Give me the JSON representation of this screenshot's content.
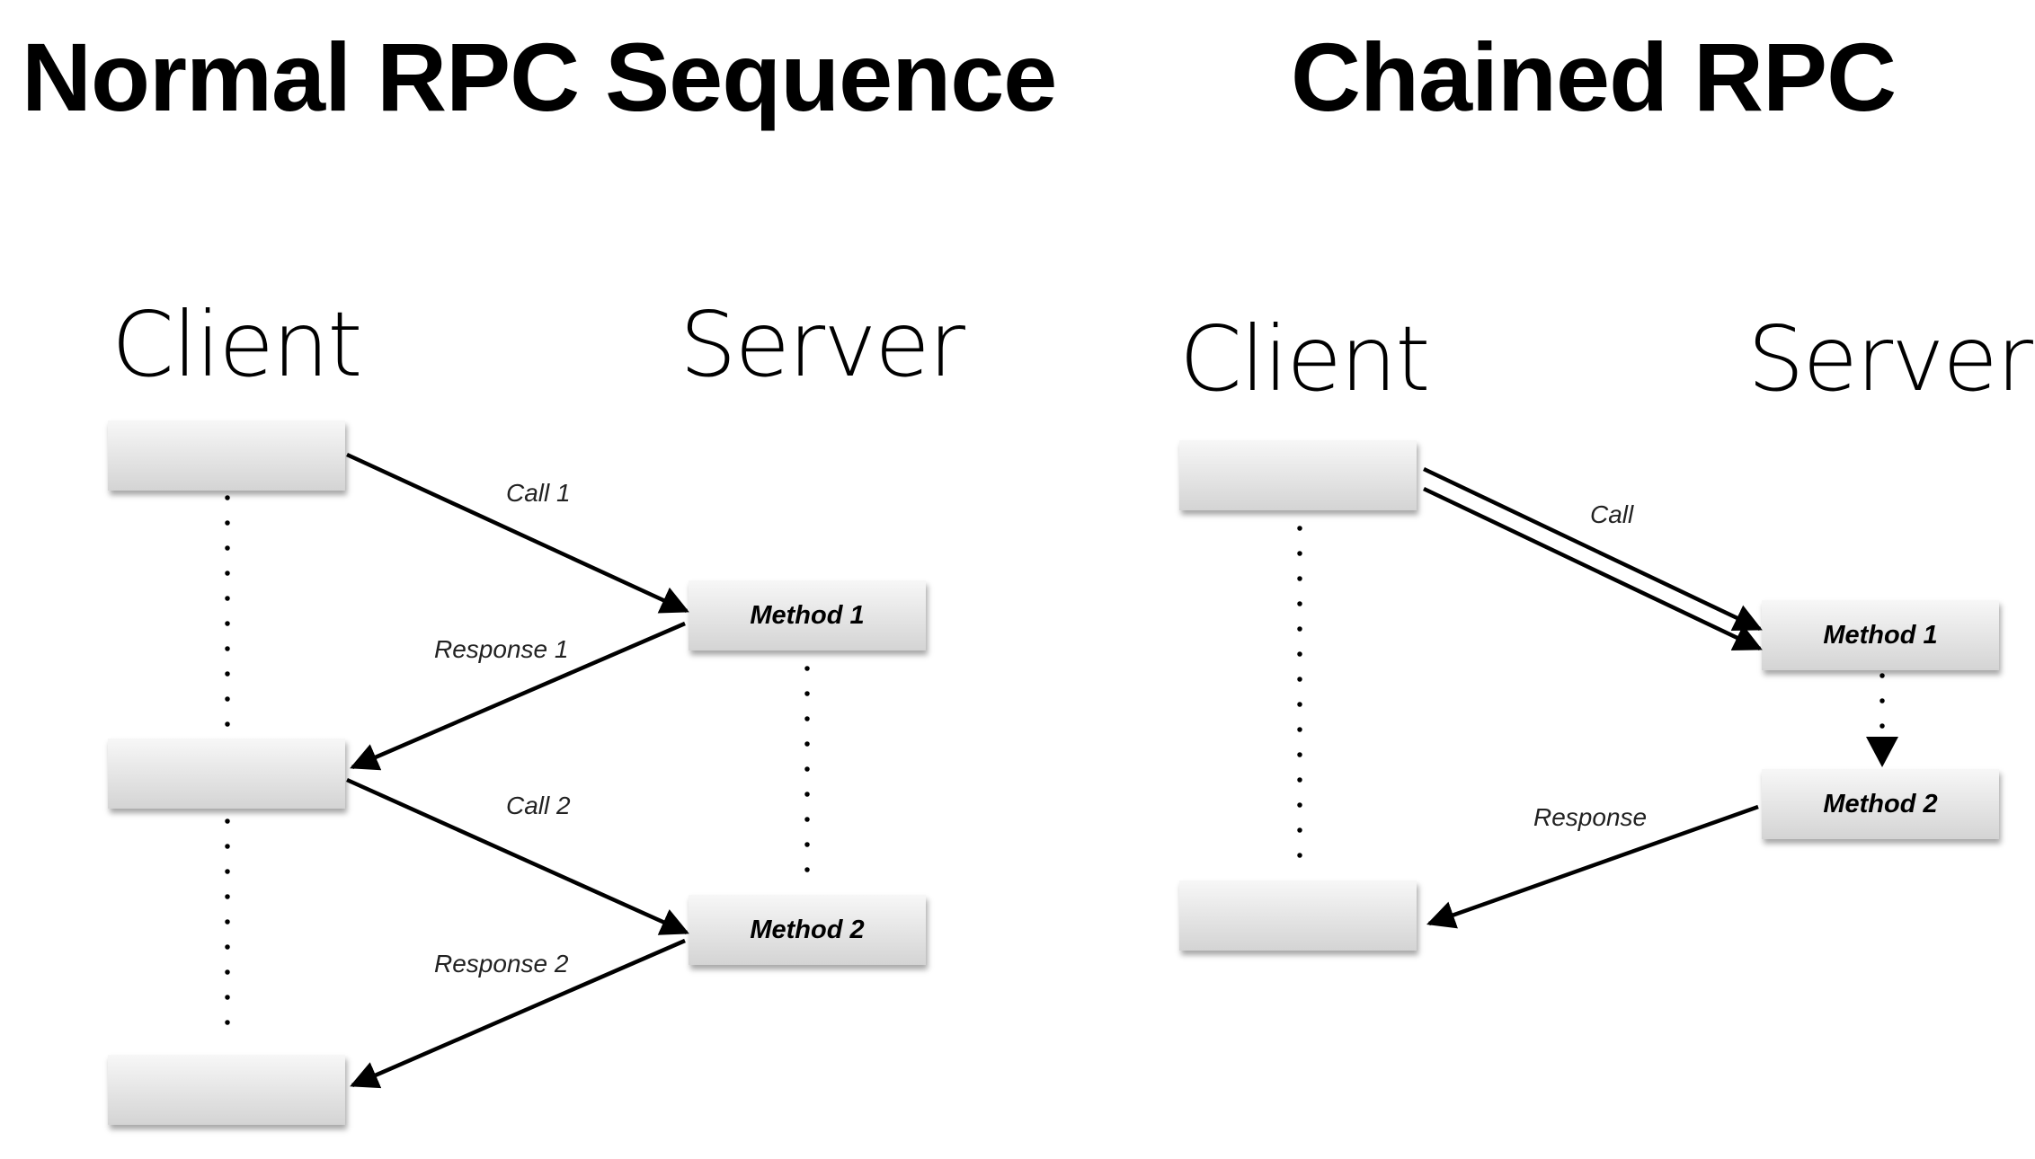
{
  "titles": {
    "normal": "Normal RPC Sequence",
    "chained": "Chained RPC"
  },
  "normal": {
    "client_label": "Client",
    "server_label": "Server",
    "method_1": "Method 1",
    "method_2": "Method 2",
    "call_1": "Call 1",
    "response_1": "Response 1",
    "call_2": "Call 2",
    "response_2": "Response 2"
  },
  "chained": {
    "client_label": "Client",
    "server_label": "Server",
    "method_1": "Method 1",
    "method_2": "Method 2",
    "call": "Call",
    "response": "Response"
  },
  "colors": {
    "ink": "#000000",
    "box_top": "#f7f7f7",
    "box_bottom": "#d4d4d4"
  }
}
